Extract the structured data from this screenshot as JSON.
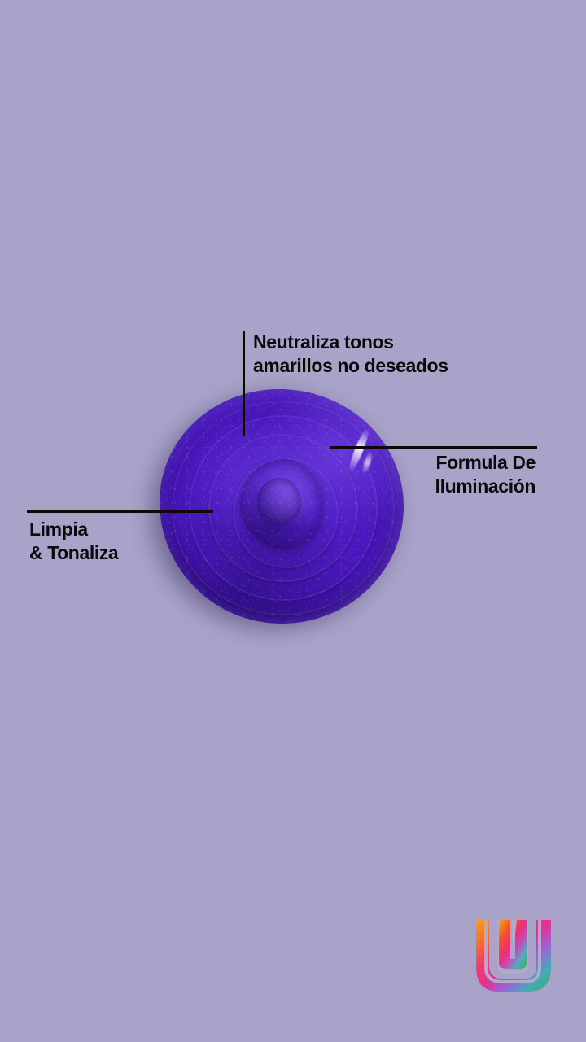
{
  "page": {
    "background_color": "#a9a3c9",
    "language": "es",
    "type": "product-feature-graphic"
  },
  "product": {
    "name": "product-dollop-swatch",
    "description": "Swirled dollop of purple toning mask",
    "color": "#4a18bc",
    "highlight_color": "#ffffff",
    "shadow_color": "#5b5280"
  },
  "callouts": [
    {
      "id": "neutraliza",
      "text": "Neutraliza tonos\namarillos no deseados",
      "position": "top",
      "line": "vertical",
      "text_color": "#0a0a0a"
    },
    {
      "id": "formula",
      "text": "Formula De\nIluminación",
      "position": "right",
      "line": "horizontal",
      "text_color": "#0a0a0a"
    },
    {
      "id": "limpia",
      "text": "Limpia\n& Tonaliza",
      "position": "left",
      "line": "horizontal",
      "text_color": "#0a0a0a"
    }
  ],
  "logo": {
    "name": "nested-u-logo",
    "shape": "three nested U marks",
    "gradient_stops": [
      "#f7941e",
      "#ef3d8a",
      "#e8365d",
      "#b15fd4",
      "#3bb54a",
      "#2bb673"
    ]
  }
}
